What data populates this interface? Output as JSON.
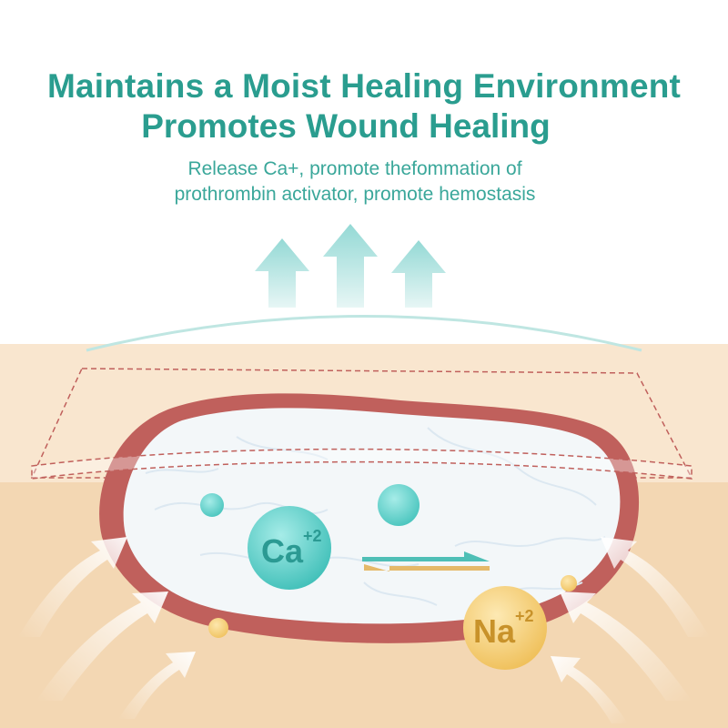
{
  "heading": {
    "title_line1": "Maintains a Moist Healing Environment",
    "title_line2": "Promotes Wound Healing",
    "subtitle_line1": "Release Ca+, promote thefommation of",
    "subtitle_line2": "prothrombin activator, promote hemostasis"
  },
  "ions": {
    "calcium": {
      "symbol": "Ca",
      "charge": "+2"
    },
    "sodium": {
      "symbol": "Na",
      "charge": "+2"
    }
  },
  "colors": {
    "title": "#2a9d8f",
    "skin_top": "#f9e6cf",
    "skin_bottom": "#f3d7b3",
    "wound_rim": "#c0605c",
    "wound_center": "#f3f7f9",
    "calcium": "#5ccfc9",
    "sodium": "#f5cf72",
    "arrow_up": "#a7e0dd"
  }
}
